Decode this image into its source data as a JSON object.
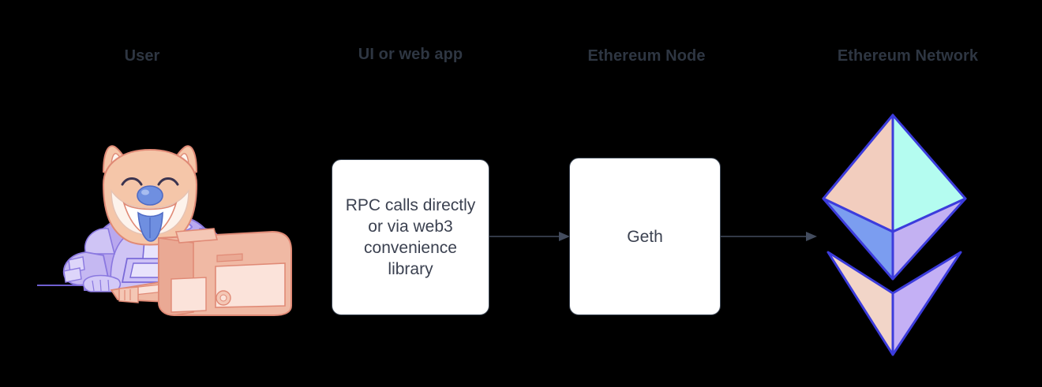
{
  "diagram": {
    "background_color": "#000000",
    "title": "",
    "columns": [
      {
        "id": "user",
        "header": "User"
      },
      {
        "id": "ui",
        "header": "UI or web app"
      },
      {
        "id": "node",
        "header": "Ethereum Node"
      },
      {
        "id": "network",
        "header": "Ethereum Network"
      }
    ],
    "header_color": "#2e3642",
    "nodes": [
      {
        "id": "rpc",
        "label": "RPC calls directly or via web3 convenience library",
        "shape": "rounded-rectangle",
        "fill": "#ffffff",
        "stroke": "#3c4654",
        "text_color": "#3b4150"
      },
      {
        "id": "geth",
        "label": "Geth",
        "shape": "rounded-rectangle",
        "fill": "#ffffff",
        "stroke": "#3c4654",
        "text_color": "#3b4150"
      }
    ],
    "edges": [
      {
        "id": "edge-rpc-geth",
        "from": "rpc",
        "to": "geth",
        "style": "solid-arrow",
        "color": "#434c5e"
      },
      {
        "id": "edge-geth-network",
        "from": "geth",
        "to": "network",
        "style": "solid-arrow",
        "color": "#434c5e"
      }
    ],
    "illustrations": [
      {
        "id": "shiba-mascot",
        "name": "shiba-inu-at-computer",
        "description": "Shiba Inu dog wearing a purple spacesuit typing at a retro peach computer",
        "colors": {
          "fur": "#f5c6a9",
          "muzzle": "#fdf3ec",
          "suit": "#b9a8ee",
          "suit_light": "#d6cdf7",
          "accent_blue": "#6f8fe0",
          "computer": "#f0b9a4",
          "computer_light": "#fbe3da",
          "outline": "#6f5fd0"
        }
      },
      {
        "id": "ethereum-logo",
        "name": "ethereum-diamond-logo",
        "description": "Ethereum diamond logo with faceted upper and lower pyramids",
        "colors": {
          "upper_left": "#f2cdbe",
          "upper_right": "#b4fcf0",
          "mid_left": "#7b9df0",
          "mid_right": "#c3b1f2",
          "lower_left": "#f2d5c8",
          "lower_right": "#c4b0f5",
          "outline": "#3c3cdc"
        }
      }
    ]
  }
}
